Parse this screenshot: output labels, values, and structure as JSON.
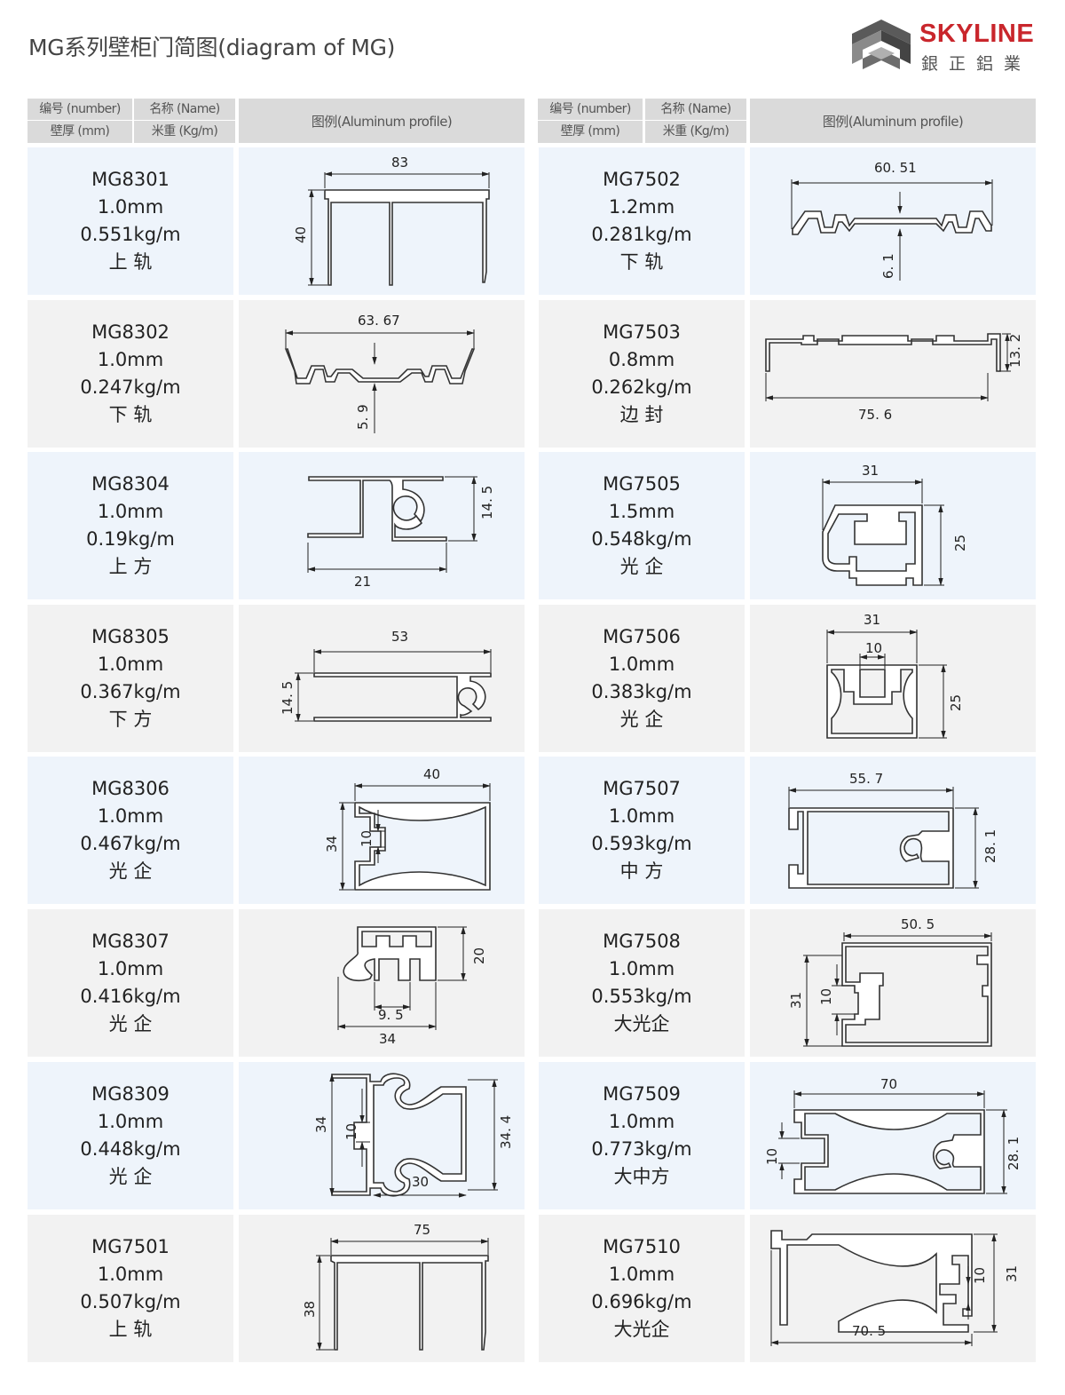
{
  "title": "MG系列壁柜门简图(diagram of  MG)",
  "brand": {
    "name": "SKYLINE",
    "chinese": "銀正鋁業",
    "color": "#c9262c"
  },
  "header": {
    "number": "编号 (number)",
    "name": "名称 (Name)",
    "thickness": "壁厚 (mm)",
    "weight": "米重 (Kg/m)",
    "profile": "图例(Aluminum profile)"
  },
  "left": [
    {
      "code": "MG8301",
      "thickness": "1.0mm",
      "weight": "0.551kg/m",
      "name": "上 轨",
      "dims": [
        "83",
        "40"
      ]
    },
    {
      "code": "MG8302",
      "thickness": "1.0mm",
      "weight": "0.247kg/m",
      "name": "下 轨",
      "dims": [
        "63. 67",
        "5. 9"
      ]
    },
    {
      "code": "MG8304",
      "thickness": "1.0mm",
      "weight": "0.19kg/m",
      "name": "上 方",
      "dims": [
        "14. 5",
        "21"
      ]
    },
    {
      "code": "MG8305",
      "thickness": "1.0mm",
      "weight": "0.367kg/m",
      "name": "下 方",
      "dims": [
        "53",
        "14. 5"
      ]
    },
    {
      "code": "MG8306",
      "thickness": "1.0mm",
      "weight": "0.467kg/m",
      "name": "光 企",
      "dims": [
        "40",
        "34",
        "10"
      ]
    },
    {
      "code": "MG8307",
      "thickness": "1.0mm",
      "weight": "0.416kg/m",
      "name": "光 企",
      "dims": [
        "20",
        "9. 5",
        "34"
      ]
    },
    {
      "code": "MG8309",
      "thickness": "1.0mm",
      "weight": "0.448kg/m",
      "name": "光 企",
      "dims": [
        "34",
        "10",
        "34. 4",
        "30"
      ]
    },
    {
      "code": "MG7501",
      "thickness": "1.0mm",
      "weight": "0.507kg/m",
      "name": "上 轨",
      "dims": [
        "75",
        "38"
      ]
    }
  ],
  "right": [
    {
      "code": "MG7502",
      "thickness": "1.2mm",
      "weight": "0.281kg/m",
      "name": "下 轨",
      "dims": [
        "60. 51",
        "6. 1"
      ]
    },
    {
      "code": "MG7503",
      "thickness": "0.8mm",
      "weight": "0.262kg/m",
      "name": "边 封",
      "dims": [
        "13. 2",
        "75. 6"
      ]
    },
    {
      "code": "MG7505",
      "thickness": "1.5mm",
      "weight": "0.548kg/m",
      "name": "光 企",
      "dims": [
        "31",
        "25"
      ]
    },
    {
      "code": "MG7506",
      "thickness": "1.0mm",
      "weight": "0.383kg/m",
      "name": "光 企",
      "dims": [
        "31",
        "10",
        "25"
      ]
    },
    {
      "code": "MG7507",
      "thickness": "1.0mm",
      "weight": "0.593kg/m",
      "name": "中 方",
      "dims": [
        "55. 7",
        "28. 1"
      ]
    },
    {
      "code": "MG7508",
      "thickness": "1.0mm",
      "weight": "0.553kg/m",
      "name": "大光企",
      "dims": [
        "50. 5",
        "31",
        "10"
      ]
    },
    {
      "code": "MG7509",
      "thickness": "1.0mm",
      "weight": "0.773kg/m",
      "name": "大中方",
      "dims": [
        "70",
        "10",
        "28. 1"
      ]
    },
    {
      "code": "MG7510",
      "thickness": "1.0mm",
      "weight": "0.696kg/m",
      "name": "大光企",
      "dims": [
        "10",
        "31",
        "70. 5"
      ]
    }
  ]
}
